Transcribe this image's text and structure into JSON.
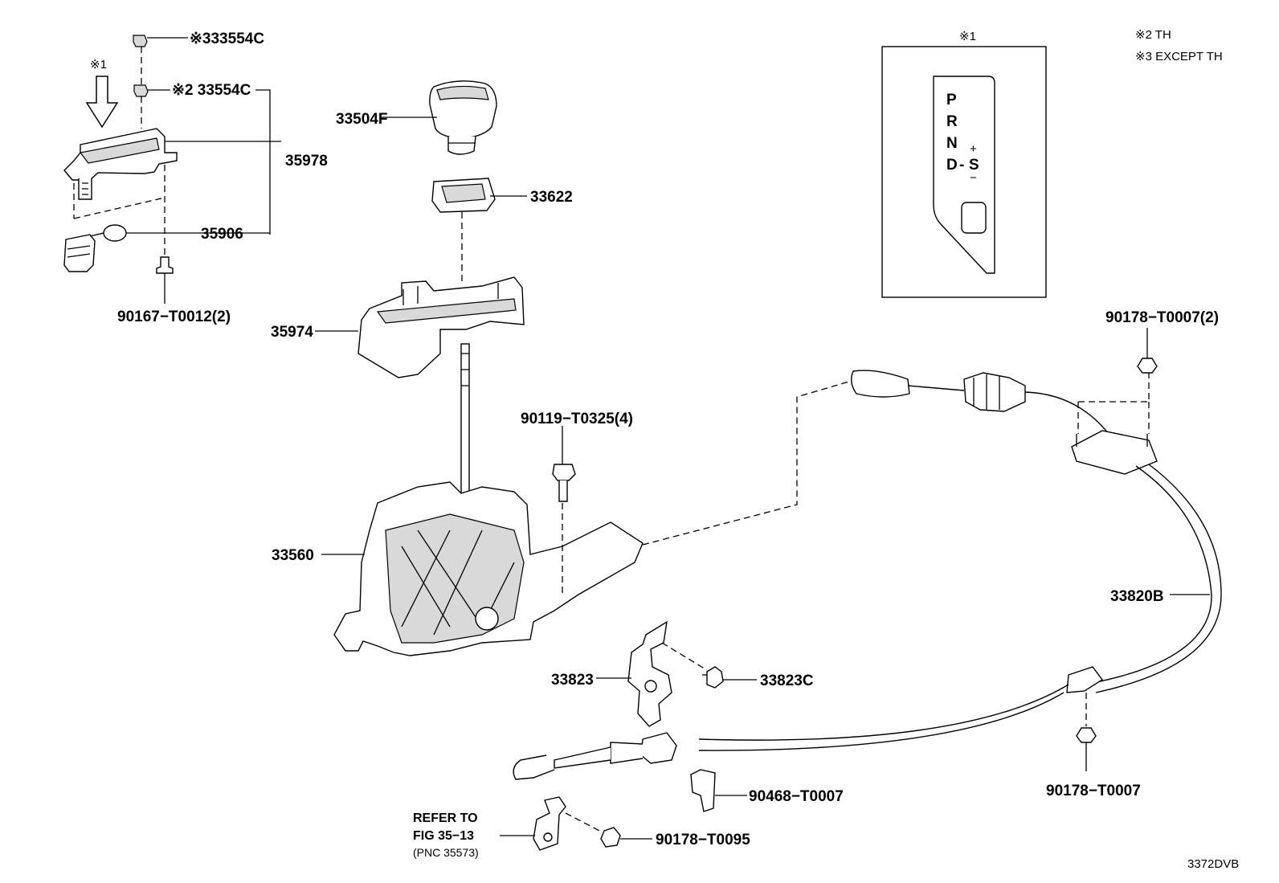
{
  "notes": {
    "n1_mark": "※1",
    "n2": "※2 TH",
    "n3": "※3 EXCEPT TH",
    "inset_title": "※1"
  },
  "gate": {
    "p": "P",
    "r": "R",
    "n": "N",
    "d": "D",
    "dash": "-",
    "s": "S",
    "plus": "+",
    "minus": "−"
  },
  "labels": {
    "p33554c_top": "※333554C",
    "p33554c_mid": "※2 33554C",
    "p35978": "35978",
    "p35906": "35906",
    "p90167": "90167−T0012(2)",
    "p33504f": "33504F",
    "p33622": "33622",
    "p35974": "35974",
    "p90119": "90119−T0325(4)",
    "p33560": "33560",
    "p33823": "33823",
    "p33823c": "33823C",
    "p90468": "90468−T0007",
    "p90178_t0095": "90178−T0095",
    "p90178_t0007_2": "90178−T0007(2)",
    "p33820b": "33820B",
    "p90178_t0007": "90178−T0007"
  },
  "refer": {
    "line1": "REFER TO",
    "line2": "FIG 35−13",
    "line3": "(PNC 35573)"
  },
  "diagram_code": "3372DVB"
}
